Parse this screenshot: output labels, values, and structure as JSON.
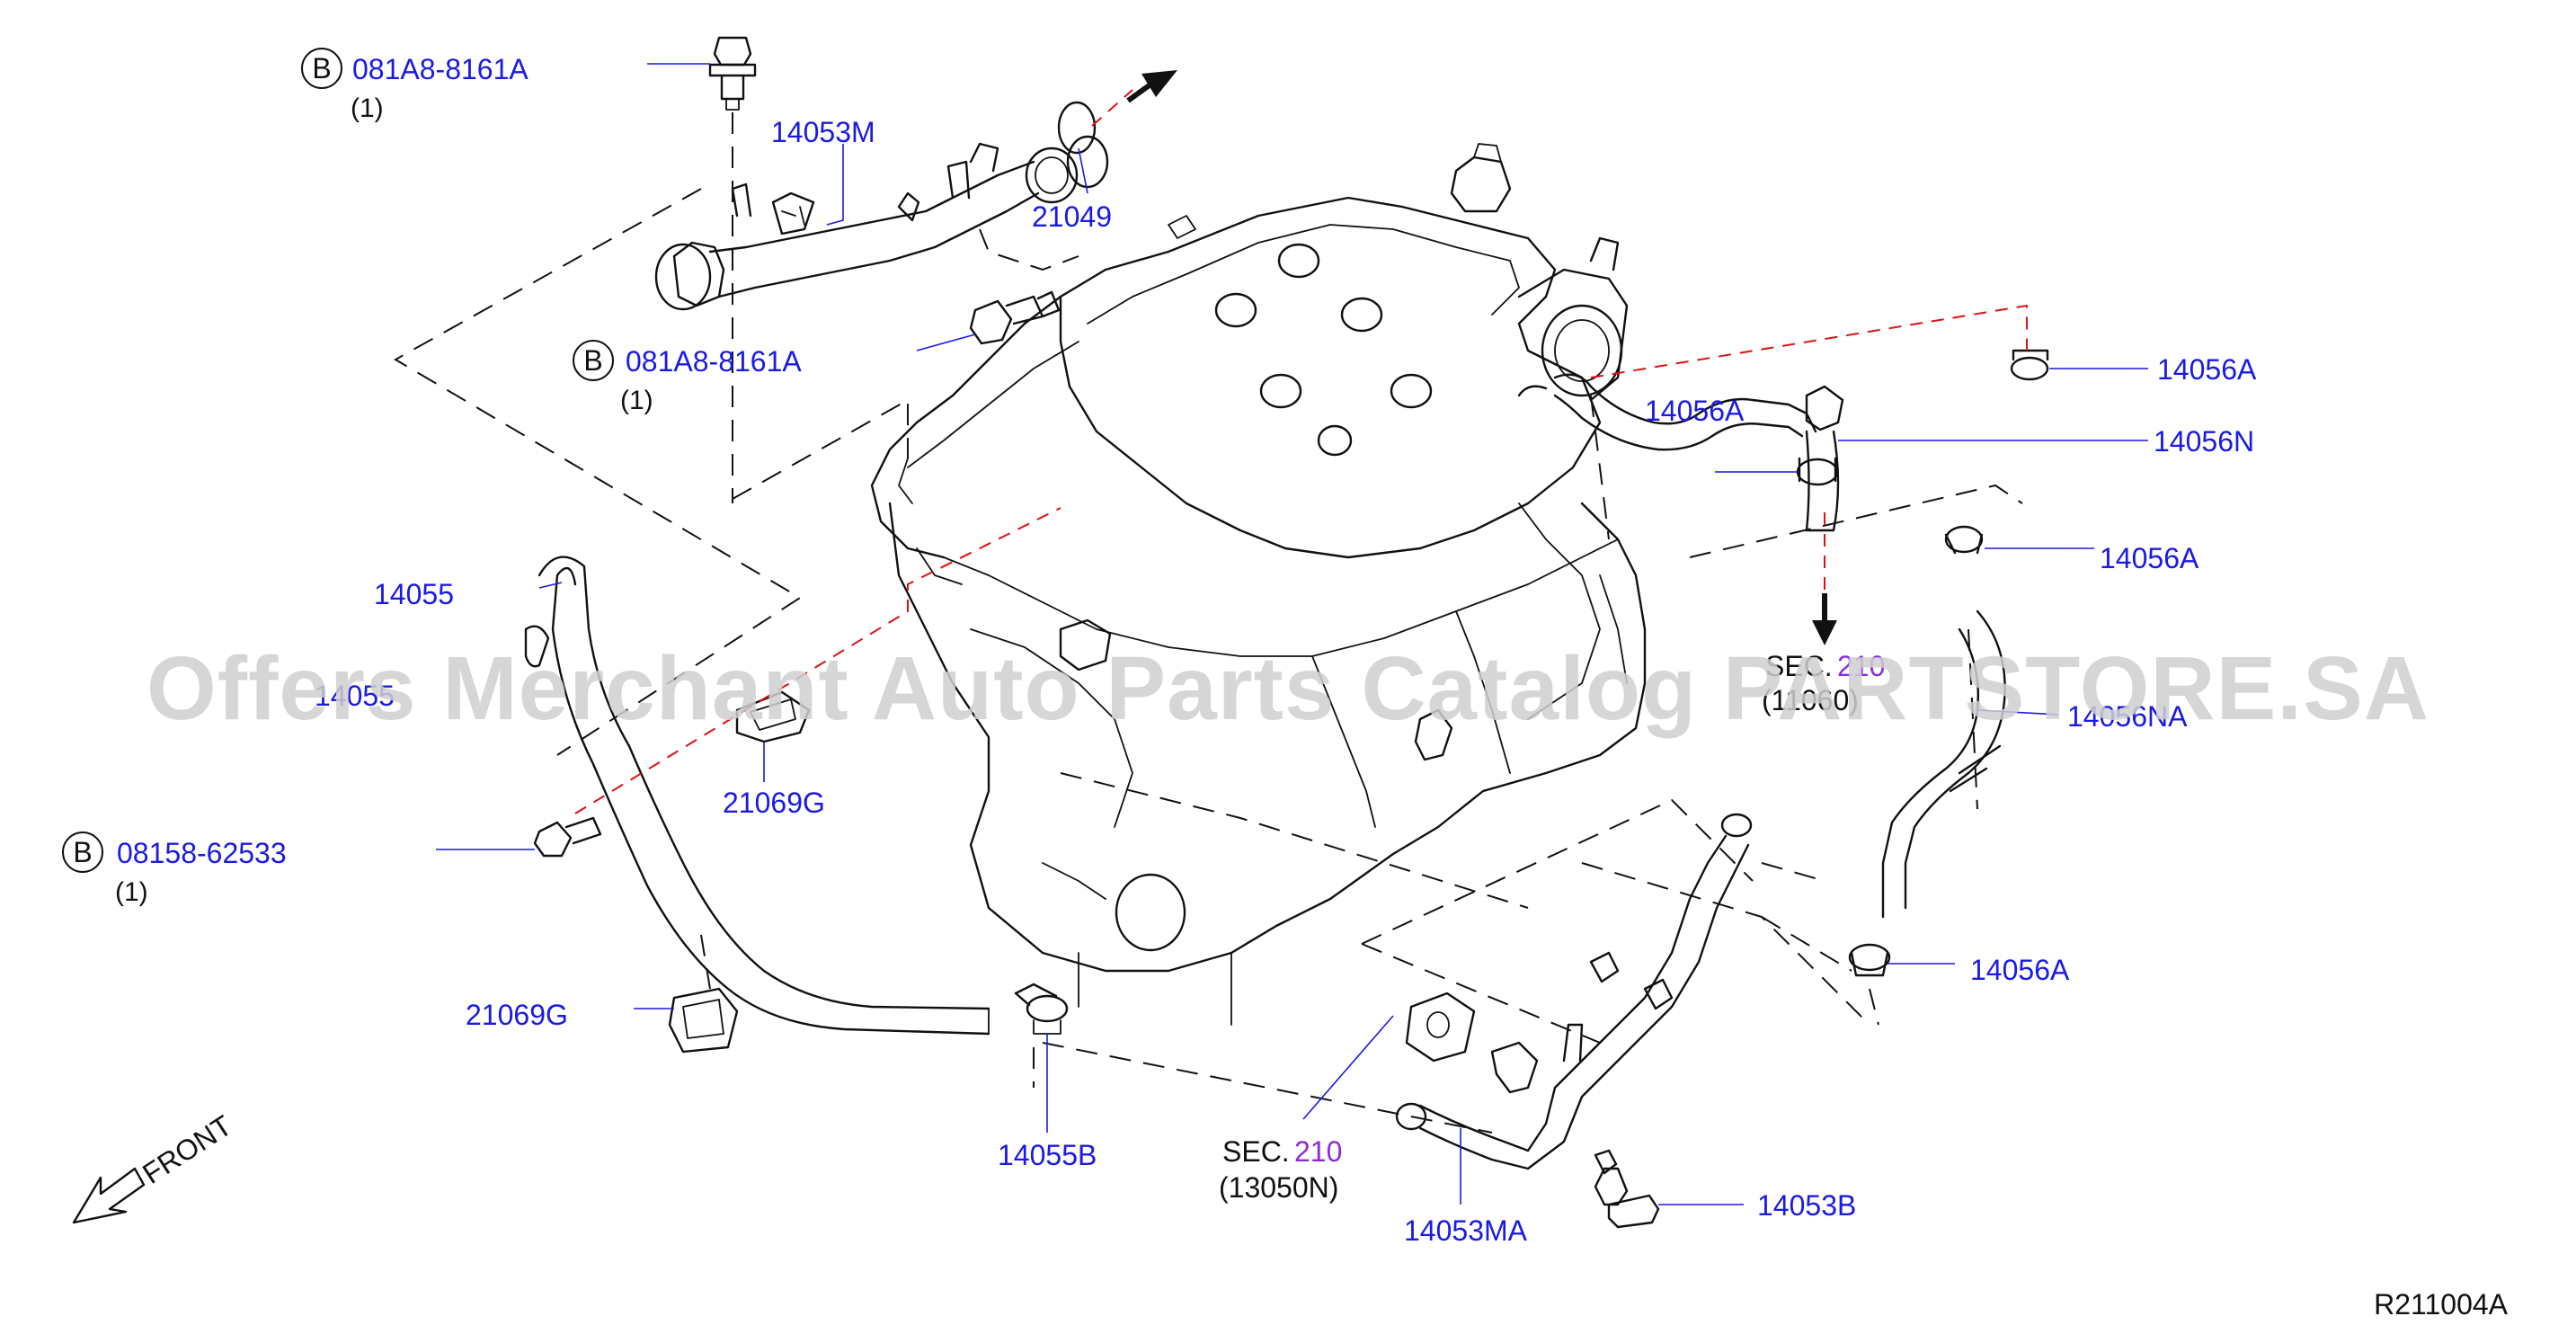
{
  "labels": {
    "bolt_top_code": "081A8-8161A",
    "bolt_top_qty": "(1)",
    "bolt_mid_code": "081A8-8161A",
    "bolt_mid_qty": "(1)",
    "bolt_low_code": "08158-62533",
    "bolt_low_qty": "(1)",
    "pipe_upper": "14053M",
    "oring": "21049",
    "clamp_right_top": "14056A",
    "clamp_right_left": "14056A",
    "hose_right_upper": "14056N",
    "clamp_right_mid": "14056A",
    "hose_right_lower": "14056NA",
    "clamp_right_bottom": "14056A",
    "hose_left": "14055",
    "hose_left_b": "14055",
    "clip_upper": "21069G",
    "clip_lower": "21069G",
    "clamp_lower": "14055B",
    "pipe_lower": "14053MA",
    "bolt_lower_right": "14053B",
    "sec_lower_prefix": "SEC.",
    "sec_lower_num": "210",
    "sec_lower_sub": "(13050N)",
    "sec_right_prefix": "SEC.",
    "sec_right_num": "210",
    "sec_right_sub": "(11060)",
    "front": "FRONT",
    "diagram_id": "R211004A",
    "circle_b": "B"
  },
  "watermark": "Offers Merchant Auto Parts Catalog PARTSTORE.SA",
  "colors": {
    "part_label": "#1a1ae6",
    "sec_number": "#8a2be2",
    "line_art": "#111111",
    "center_line": "#e01010"
  }
}
